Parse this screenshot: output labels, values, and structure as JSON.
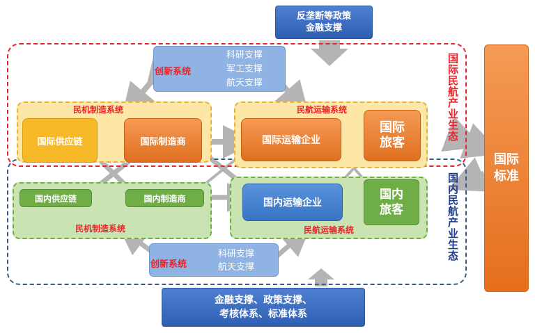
{
  "top_policy": {
    "line1": "反垄断等政策",
    "line2": "金融支撑"
  },
  "bottom_support": {
    "line1": "金融支撑、政策支撑、",
    "line2": "考核体系、标准体系"
  },
  "innovation_top": {
    "label": "创新系统",
    "items": [
      "科研支撑",
      "军工支撑",
      "航天支撑"
    ]
  },
  "innovation_bottom": {
    "label": "创新系统",
    "items": [
      "科研支撑",
      "航天支撑"
    ]
  },
  "intl": {
    "ecosystem_label": "国际民航产业生态",
    "manufacturing_system": "民机制造系统",
    "transport_system": "民航运输系统",
    "supply_chain": "国际供应链",
    "manufacturer": "国际制造商",
    "transport_enterprise": "国际运输企业",
    "passenger": "国际旅客"
  },
  "domestic": {
    "ecosystem_label": "国内民航产业生态",
    "manufacturing_system": "民机制造系统",
    "transport_system": "民航运输系统",
    "supply_chain": "国内供应链",
    "manufacturer": "国内制造商",
    "transport_enterprise": "国内运输企业",
    "passenger": "国内旅客"
  },
  "standard": {
    "label": "国际标准"
  },
  "colors": {
    "red": "#e8242b",
    "navy": "#1f3c8a",
    "orange": "#e97a2b",
    "blue": "#3368be",
    "green": "#6fae47",
    "yellow": "#f8b928"
  }
}
